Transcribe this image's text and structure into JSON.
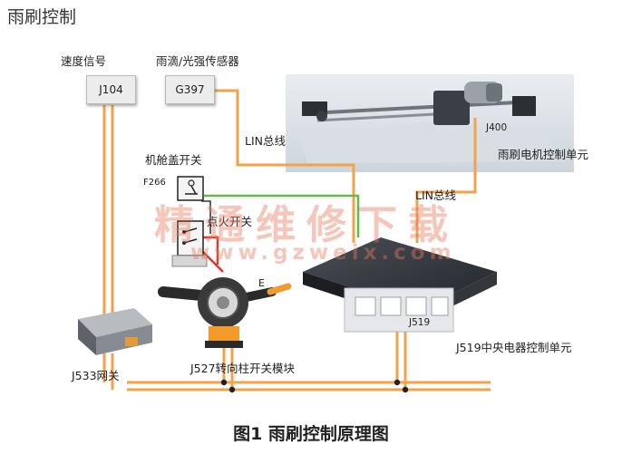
{
  "title": "雨刷控制",
  "caption": "图1 雨刷控制原理图",
  "components": {
    "speed_signal": {
      "label": "速度信号",
      "box": "J104"
    },
    "rain_sensor": {
      "label": "雨滴/光强传感器",
      "box": "G397"
    },
    "hood_switch": {
      "label": "机舱盖开关",
      "code": "F266"
    },
    "ignition_switch": {
      "label": "点火开关"
    },
    "wiper_motor_unit": {
      "code": "J400",
      "label": "雨刷电机控制单元"
    },
    "central_electric_unit": {
      "code": "J519",
      "label": "J519中央电器控制单元"
    },
    "gateway": {
      "label": "J533网关"
    },
    "steering_column_module": {
      "label": "J527转向柱开关模块",
      "mark": "E"
    }
  },
  "bus_labels": {
    "lin_1": "LIN总线",
    "lin_2": "LIN总线"
  },
  "watermark": {
    "line1": "精通维修下载",
    "line2": "www.gzweix.com"
  },
  "colors": {
    "bus_orange": "#f2a24a",
    "signal_green": "#66b84a",
    "signal_red": "#d93a2a"
  }
}
